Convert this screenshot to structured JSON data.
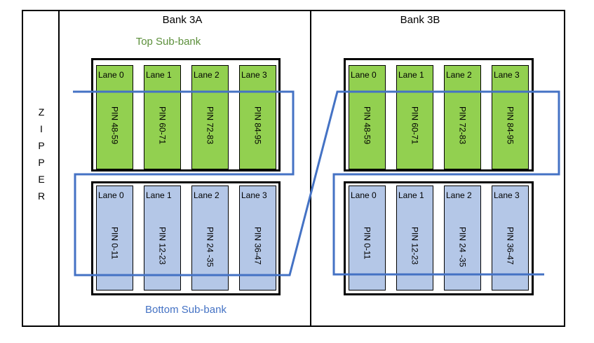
{
  "zipper": {
    "letters": [
      "Z",
      "I",
      "P",
      "P",
      "E",
      "R"
    ]
  },
  "banks": [
    {
      "title": "Bank 3A",
      "top_subbank_label": "Top Sub-bank",
      "bottom_subbank_label": "Bottom Sub-bank",
      "top_lanes": [
        {
          "lane": "Lane 0",
          "pins": "PIN 48-59"
        },
        {
          "lane": "Lane 1",
          "pins": "PIN 60-71"
        },
        {
          "lane": "Lane 2",
          "pins": "PIN 72-83"
        },
        {
          "lane": "Lane 3",
          "pins": "PIN 84-95"
        }
      ],
      "bottom_lanes": [
        {
          "lane": "Lane 0",
          "pins": "PIN 0-11"
        },
        {
          "lane": "Lane 1",
          "pins": "PIN 12-23"
        },
        {
          "lane": "Lane 2",
          "pins": "PIN 24 -35"
        },
        {
          "lane": "Lane 3",
          "pins": "PIN 36-47"
        }
      ]
    },
    {
      "title": "Bank 3B",
      "top_lanes": [
        {
          "lane": "Lane 0",
          "pins": "PIN 48-59"
        },
        {
          "lane": "Lane 1",
          "pins": "PIN 60-71"
        },
        {
          "lane": "Lane 2",
          "pins": "PIN 72-83"
        },
        {
          "lane": "Lane 3",
          "pins": "PIN 84-95"
        }
      ],
      "bottom_lanes": [
        {
          "lane": "Lane 0",
          "pins": "PIN 0-11"
        },
        {
          "lane": "Lane 1",
          "pins": "PIN 12-23"
        },
        {
          "lane": "Lane 2",
          "pins": "PIN 24 -35"
        },
        {
          "lane": "Lane 3",
          "pins": "PIN 36-47"
        }
      ]
    }
  ],
  "colors": {
    "top_lane_fill": "#92d050",
    "bottom_lane_fill": "#b4c7e7",
    "top_label": "#5b8f3a",
    "bottom_label": "#4472c4",
    "zipper_path": "#4472c4"
  }
}
